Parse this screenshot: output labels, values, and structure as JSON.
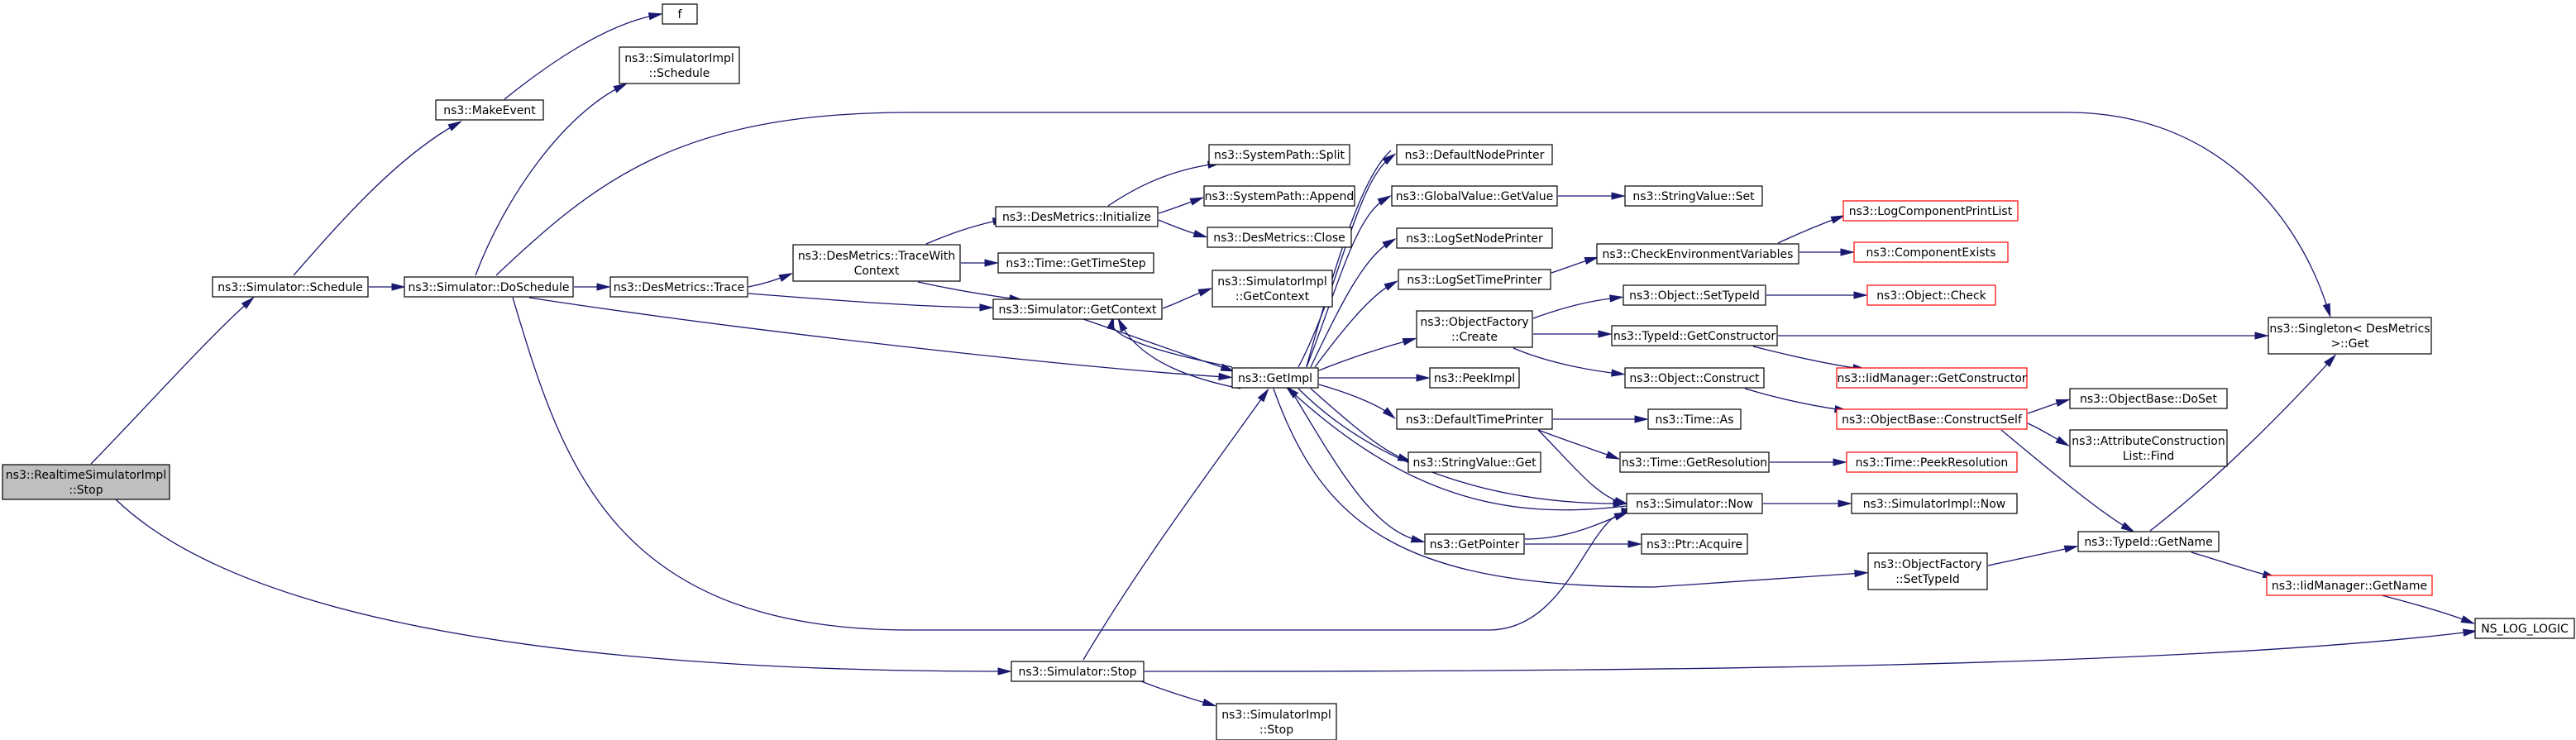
{
  "colors": {
    "edge": "#191970",
    "node_border": "#000000",
    "node_border_external": "#ff0000",
    "node_fill": "#ffffff",
    "node_fill_focus": "#bfbfbf"
  },
  "nodes": [
    {
      "id": "n_stop_rt",
      "lines": [
        "ns3::RealtimeSimulatorImpl",
        "::Stop"
      ],
      "style": "focus"
    },
    {
      "id": "n_schedule",
      "lines": [
        "ns3::Simulator::Schedule"
      ],
      "style": "normal"
    },
    {
      "id": "n_makeevent",
      "lines": [
        "ns3::MakeEvent"
      ],
      "style": "normal"
    },
    {
      "id": "n_f",
      "lines": [
        "f"
      ],
      "style": "normal"
    },
    {
      "id": "n_simimpl_schedule",
      "lines": [
        "ns3::SimulatorImpl",
        "::Schedule"
      ],
      "style": "normal"
    },
    {
      "id": "n_doschedule",
      "lines": [
        "ns3::Simulator::DoSchedule"
      ],
      "style": "normal"
    },
    {
      "id": "n_desm_trace",
      "lines": [
        "ns3::DesMetrics::Trace"
      ],
      "style": "normal"
    },
    {
      "id": "n_desm_tracewithctx",
      "lines": [
        "ns3::DesMetrics::TraceWith",
        "Context"
      ],
      "style": "normal"
    },
    {
      "id": "n_desm_initialize",
      "lines": [
        "ns3::DesMetrics::Initialize"
      ],
      "style": "normal"
    },
    {
      "id": "n_syspath_split",
      "lines": [
        "ns3::SystemPath::Split"
      ],
      "style": "normal"
    },
    {
      "id": "n_syspath_append",
      "lines": [
        "ns3::SystemPath::Append"
      ],
      "style": "normal"
    },
    {
      "id": "n_desm_close",
      "lines": [
        "ns3::DesMetrics::Close"
      ],
      "style": "normal"
    },
    {
      "id": "n_time_gettimestep",
      "lines": [
        "ns3::Time::GetTimeStep"
      ],
      "style": "normal"
    },
    {
      "id": "n_sim_getcontext",
      "lines": [
        "ns3::Simulator::GetContext"
      ],
      "style": "normal"
    },
    {
      "id": "n_simimpl_getcontext",
      "lines": [
        "ns3::SimulatorImpl",
        "::GetContext"
      ],
      "style": "normal"
    },
    {
      "id": "n_getimpl",
      "lines": [
        "ns3::GetImpl"
      ],
      "style": "normal"
    },
    {
      "id": "n_sim_stop",
      "lines": [
        "ns3::Simulator::Stop"
      ],
      "style": "normal"
    },
    {
      "id": "n_simimpl_stop",
      "lines": [
        "ns3::SimulatorImpl",
        "::Stop"
      ],
      "style": "normal"
    },
    {
      "id": "n_defaultnodeprinter",
      "lines": [
        "ns3::DefaultNodePrinter"
      ],
      "style": "normal"
    },
    {
      "id": "n_globalvalue_getvalue",
      "lines": [
        "ns3::GlobalValue::GetValue"
      ],
      "style": "normal"
    },
    {
      "id": "n_stringvalue_set",
      "lines": [
        "ns3::StringValue::Set"
      ],
      "style": "normal"
    },
    {
      "id": "n_logsetnodeprinter",
      "lines": [
        "ns3::LogSetNodePrinter"
      ],
      "style": "normal"
    },
    {
      "id": "n_logsettimeprinter",
      "lines": [
        "ns3::LogSetTimePrinter"
      ],
      "style": "normal"
    },
    {
      "id": "n_checkenvvars",
      "lines": [
        "ns3::CheckEnvironmentVariables"
      ],
      "style": "normal"
    },
    {
      "id": "n_logcompprintlist",
      "lines": [
        "ns3::LogComponentPrintList"
      ],
      "style": "external"
    },
    {
      "id": "n_componentexists",
      "lines": [
        "ns3::ComponentExists"
      ],
      "style": "external"
    },
    {
      "id": "n_objfactory_create",
      "lines": [
        "ns3::ObjectFactory",
        "::Create"
      ],
      "style": "normal"
    },
    {
      "id": "n_object_settypeid",
      "lines": [
        "ns3::Object::SetTypeId"
      ],
      "style": "normal"
    },
    {
      "id": "n_object_check",
      "lines": [
        "ns3::Object::Check"
      ],
      "style": "external"
    },
    {
      "id": "n_typeid_getconstructor",
      "lines": [
        "ns3::TypeId::GetConstructor"
      ],
      "style": "normal"
    },
    {
      "id": "n_singleton_get",
      "lines": [
        "ns3::Singleton< DesMetrics",
        " >::Get"
      ],
      "style": "normal"
    },
    {
      "id": "n_iidmanager_getconstructor",
      "lines": [
        "ns3::IidManager::GetConstructor"
      ],
      "style": "external"
    },
    {
      "id": "n_peekimpl",
      "lines": [
        "ns3::PeekImpl"
      ],
      "style": "normal"
    },
    {
      "id": "n_object_construct",
      "lines": [
        "ns3::Object::Construct"
      ],
      "style": "normal"
    },
    {
      "id": "n_defaulttimeprinter",
      "lines": [
        "ns3::DefaultTimePrinter"
      ],
      "style": "normal"
    },
    {
      "id": "n_time_as",
      "lines": [
        "ns3::Time::As"
      ],
      "style": "normal"
    },
    {
      "id": "n_objbase_constructself",
      "lines": [
        "ns3::ObjectBase::ConstructSelf"
      ],
      "style": "external"
    },
    {
      "id": "n_objbase_doset",
      "lines": [
        "ns3::ObjectBase::DoSet"
      ],
      "style": "normal"
    },
    {
      "id": "n_attrconstr_find",
      "lines": [
        "ns3::AttributeConstruction",
        "List::Find"
      ],
      "style": "normal"
    },
    {
      "id": "n_stringvalue_get",
      "lines": [
        "ns3::StringValue::Get"
      ],
      "style": "normal"
    },
    {
      "id": "n_time_getresolution",
      "lines": [
        "ns3::Time::GetResolution"
      ],
      "style": "normal"
    },
    {
      "id": "n_time_peekresolution",
      "lines": [
        "ns3::Time::PeekResolution"
      ],
      "style": "external"
    },
    {
      "id": "n_sim_now",
      "lines": [
        "ns3::Simulator::Now"
      ],
      "style": "normal"
    },
    {
      "id": "n_simimpl_now",
      "lines": [
        "ns3::SimulatorImpl::Now"
      ],
      "style": "normal"
    },
    {
      "id": "n_getpointer",
      "lines": [
        "ns3::GetPointer"
      ],
      "style": "normal"
    },
    {
      "id": "n_ptr_acquire",
      "lines": [
        "ns3::Ptr::Acquire"
      ],
      "style": "normal"
    },
    {
      "id": "n_typeid_getname",
      "lines": [
        "ns3::TypeId::GetName"
      ],
      "style": "normal"
    },
    {
      "id": "n_objfactory_settypeid",
      "lines": [
        "ns3::ObjectFactory",
        "::SetTypeId"
      ],
      "style": "normal"
    },
    {
      "id": "n_iidmanager_getname",
      "lines": [
        "ns3::IidManager::GetName"
      ],
      "style": "external"
    },
    {
      "id": "n_ns_log_logic",
      "lines": [
        "NS_LOG_LOGIC"
      ],
      "style": "normal"
    }
  ]
}
